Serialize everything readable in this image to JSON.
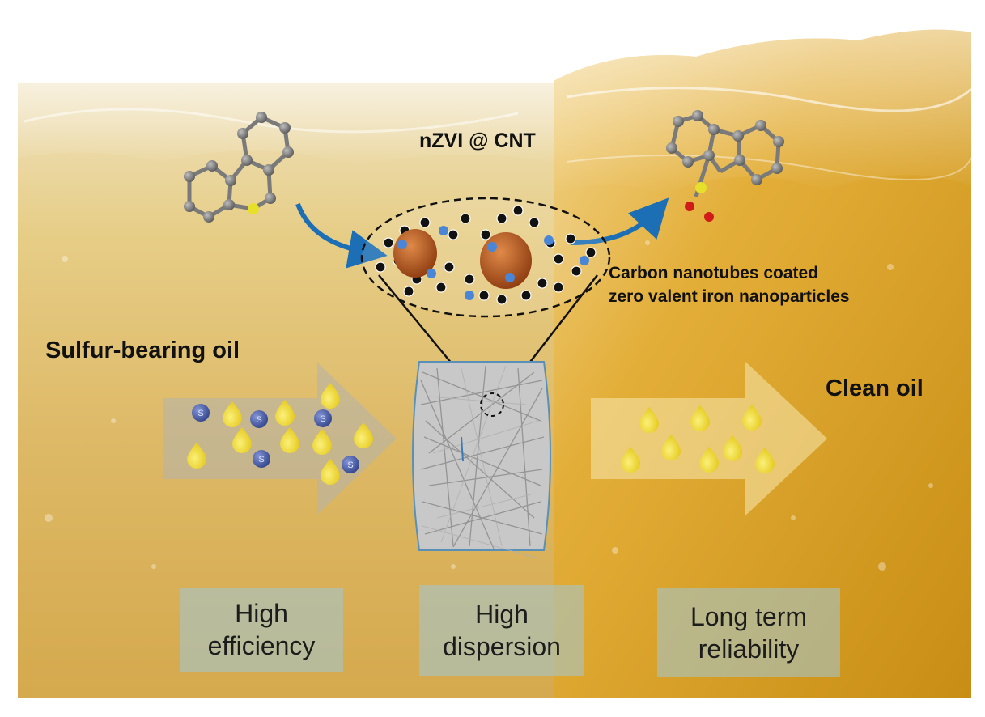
{
  "title": "nZVI @ CNT",
  "caption": {
    "line1": "Carbon nanotubes coated",
    "line2": "zero valent iron nanoparticles"
  },
  "input_label": "Sulfur-bearing oil",
  "output_label": "Clean oil",
  "sulfur_symbol": "S",
  "features": [
    {
      "line1": "High",
      "line2": "efficiency"
    },
    {
      "line1": "High",
      "line2": "dispersion"
    },
    {
      "line1": "Long term",
      "line2": "reliability"
    }
  ],
  "colors": {
    "oil_light": "#e2c47a",
    "oil_dark": "#c7911a",
    "droplet": "#f1dc2e",
    "sulfur_ball": "#4a5da8",
    "arrow_blue": "#1c6fb4",
    "carbon": "#111111",
    "iron": "#b5541d",
    "nitrogen": "#4a86d8",
    "sulfur_atom": "#e6e02a",
    "oxygen": "#d11a1a",
    "feature_box": "#a0c8d7"
  }
}
